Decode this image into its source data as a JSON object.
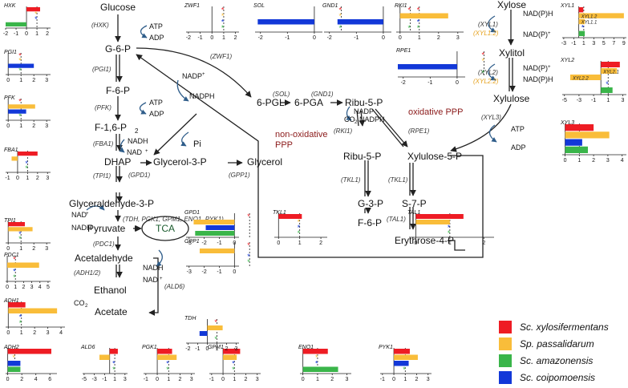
{
  "metabolites": {
    "glucose": "Glucose",
    "g6p": "G-6-P",
    "f6p": "F-6-P",
    "f16p": "F-1,6-P",
    "f16p_sub": "2",
    "dhap": "DHAP",
    "glycerol3p": "Glycerol-3-P",
    "glycerol": "Glycerol",
    "pi": "Pi",
    "gap": "Glyceraldehyde-3-P",
    "pyruvate": "Pyruvate",
    "tca": "TCA",
    "acetaldehyde": "Acetaldehyde",
    "ethanol": "Ethanol",
    "acetate": "Acetate",
    "co2": "CO",
    "co2_sub": "2",
    "pgl6": "6-PGL",
    "pga6": "6-PGA",
    "ribu5p": "Ribu-5-P",
    "ribu5p_b": "Ribu-5-P",
    "xylulose5p": "Xylulose-5-P",
    "g3p": "G-3-P",
    "f6p_b": "F-6-P",
    "s7p": "S-7-P",
    "e4p": "Erythrose-4-P",
    "xylose": "Xylose",
    "xylitol": "Xylitol",
    "xylulose": "Xylulose",
    "atp": "ATP",
    "adp": "ADP",
    "nadh": "NADH",
    "nad": "NAD",
    "nadp": "NADP",
    "nadph": "NADPH",
    "nadph_b": "NAD(P)H",
    "nadp_b": "NAD(P)"
  },
  "enzymes": {
    "hxk": "(HXK)",
    "pgi1": "(PGI1)",
    "pfk": "(PFK)",
    "fba1": "(FBA1)",
    "tpi1": "(TPI1)",
    "gpd1": "(GPD1)",
    "gpp1": "(GPP1)",
    "lower_glycolysis": "(TDH, PGK1, GPM1, ENO1, PYK1)",
    "pdc1": "(PDC1)",
    "adh12": "(ADH1/2)",
    "ald6": "(ALD6)",
    "zwf1": "(ZWF1)",
    "sol": "(SOL)",
    "gnd1": "(GND1)",
    "rki1": "(RKI1)",
    "rpe1": "(RPE1)",
    "tkl1a": "(TKL1)",
    "tkl1b": "(TKL1)",
    "tal1": "(TAL1)",
    "xyl1": "(XYL1)",
    "xyl12": "(XYL1.2)",
    "xyl2": "(XYL2)",
    "xyl22": "(XYL2.2)",
    "xyl3": "(XYL3)"
  },
  "pathway_labels": {
    "oxidative": "oxidative PPP",
    "nonox1": "non-oxidative",
    "nonox2": "PPP"
  },
  "legend": [
    {
      "name": "Sc. xylosifermentans",
      "color": "#ee1c24"
    },
    {
      "name": "Sp. passalidarum",
      "color": "#f9bd3a"
    },
    {
      "name": "Sc. amazonensis",
      "color": "#3ab54a"
    },
    {
      "name": "Sc. coipomoensis",
      "color": "#1238d8"
    }
  ],
  "colors": {
    "red": "#ee1c24",
    "yellow": "#f9bd3a",
    "green": "#3ab54a",
    "blue": "#1238d8",
    "oxidative": "#8b1a1a",
    "arrow": "#222222",
    "cofactor": "#2f5d8a"
  },
  "chart_data": [
    {
      "type": "bar",
      "gene": "HXK",
      "ticks": [
        "-2",
        "-1",
        "0",
        "1",
        "2"
      ],
      "xlim": [
        -2,
        2.3
      ],
      "values": [
        {
          "c": "red",
          "v": 1.3
        },
        {
          "c": "yellow",
          "v": "*"
        },
        {
          "c": "blue",
          "v": "*"
        },
        {
          "c": "green",
          "v": -2
        }
      ]
    },
    {
      "type": "bar",
      "gene": "PGI1",
      "ticks": [
        "0",
        "1",
        "2",
        "3"
      ],
      "xlim": [
        -0.2,
        3.3
      ],
      "values": [
        {
          "c": "red",
          "v": "*"
        },
        {
          "c": "yellow",
          "v": "*"
        },
        {
          "c": "blue",
          "v": 2
        },
        {
          "c": "green",
          "v": "*"
        }
      ]
    },
    {
      "type": "bar",
      "gene": "PFK",
      "ticks": [
        "0",
        "1",
        "2",
        "3"
      ],
      "xlim": [
        -0.2,
        3.3
      ],
      "values": [
        {
          "c": "red",
          "v": "*"
        },
        {
          "c": "yellow",
          "v": 2.1
        },
        {
          "c": "blue",
          "v": 1.4
        },
        {
          "c": "green",
          "v": "*"
        }
      ]
    },
    {
      "type": "bar",
      "gene": "FBA1",
      "ticks": [
        "-1",
        "0",
        "1",
        "2",
        "3"
      ],
      "xlim": [
        -1.2,
        3.3
      ],
      "values": [
        {
          "c": "red",
          "v": 2
        },
        {
          "c": "yellow",
          "v": -0.6
        },
        {
          "c": "blue",
          "v": "*"
        },
        {
          "c": "green",
          "v": "*"
        }
      ]
    },
    {
      "type": "bar",
      "gene": "TPI1",
      "ticks": [
        "0",
        "1",
        "2",
        "3"
      ],
      "xlim": [
        -0.2,
        3.3
      ],
      "values": [
        {
          "c": "red",
          "v": 1.3
        },
        {
          "c": "yellow",
          "v": 1.9
        },
        {
          "c": "blue",
          "v": "*"
        },
        {
          "c": "green",
          "v": "*"
        }
      ]
    },
    {
      "type": "bar",
      "gene": "PDC1",
      "ticks": [
        "0",
        "1",
        "2",
        "3",
        "4",
        "5"
      ],
      "xlim": [
        -0.2,
        5.3
      ],
      "values": [
        {
          "c": "red",
          "v": "*"
        },
        {
          "c": "yellow",
          "v": 3.9
        },
        {
          "c": "blue",
          "v": "*"
        },
        {
          "c": "green",
          "v": "*"
        }
      ]
    },
    {
      "type": "bar",
      "gene": "ADH1",
      "ticks": [
        "0",
        "1",
        "2",
        "3",
        "4"
      ],
      "xlim": [
        -0.2,
        4.3
      ],
      "values": [
        {
          "c": "red",
          "v": 1.3
        },
        {
          "c": "yellow",
          "v": 3.7
        },
        {
          "c": "blue",
          "v": "*"
        },
        {
          "c": "green",
          "v": "*"
        }
      ]
    },
    {
      "type": "bar",
      "gene": "ADH2",
      "ticks": [
        "0",
        "2",
        "4",
        "6"
      ],
      "xlim": [
        -0.3,
        7
      ],
      "values": [
        {
          "c": "red",
          "v": 6.2
        },
        {
          "c": "yellow",
          "v": "*"
        },
        {
          "c": "blue",
          "v": 1.8
        },
        {
          "c": "green",
          "v": 1.8
        }
      ]
    },
    {
      "type": "bar",
      "gene": "ALD6",
      "ticks": [
        "-5",
        "-3",
        "-1",
        "1",
        "3"
      ],
      "xlim": [
        -5.3,
        3.5
      ],
      "values": [
        {
          "c": "red",
          "v": 1.6
        },
        {
          "c": "yellow",
          "v": -2
        },
        {
          "c": "blue",
          "v": "*"
        },
        {
          "c": "green",
          "v": "*"
        }
      ]
    },
    {
      "type": "bar",
      "gene": "PGK1",
      "ticks": [
        "-1",
        "0",
        "1",
        "2",
        "3"
      ],
      "xlim": [
        -1.2,
        3.3
      ],
      "values": [
        {
          "c": "red",
          "v": 1.3
        },
        {
          "c": "yellow",
          "v": 1.7
        },
        {
          "c": "blue",
          "v": "*"
        },
        {
          "c": "green",
          "v": "*"
        }
      ]
    },
    {
      "type": "bar",
      "gene": "GPM1",
      "ticks": [
        "-1",
        "0",
        "1",
        "2",
        "3"
      ],
      "xlim": [
        -1.2,
        3.3
      ],
      "values": [
        {
          "c": "red",
          "v": 1.5
        },
        {
          "c": "yellow",
          "v": 1.2
        },
        {
          "c": "blue",
          "v": "*"
        },
        {
          "c": "green",
          "v": "*"
        }
      ]
    },
    {
      "type": "bar",
      "gene": "ENO1",
      "ticks": [
        "0",
        "1",
        "2",
        "3"
      ],
      "xlim": [
        -0.2,
        3.3
      ],
      "values": [
        {
          "c": "red",
          "v": 1.7
        },
        {
          "c": "yellow",
          "v": "*"
        },
        {
          "c": "blue",
          "v": "*"
        },
        {
          "c": "green",
          "v": 2.4
        }
      ]
    },
    {
      "type": "bar",
      "gene": "PYK1",
      "ticks": [
        "-1",
        "0",
        "1",
        "2",
        "3"
      ],
      "xlim": [
        -1.2,
        3.3
      ],
      "values": [
        {
          "c": "red",
          "v": 1.4
        },
        {
          "c": "yellow",
          "v": 2.1
        },
        {
          "c": "blue",
          "v": 1.3
        },
        {
          "c": "green",
          "v": "*"
        }
      ]
    },
    {
      "type": "bar",
      "gene": "GPD1",
      "ticks": [
        "-3",
        "-2",
        "-1",
        "0"
      ],
      "xlim": [
        -3.2,
        0.3
      ],
      "values": [
        {
          "c": "red",
          "v": "*"
        },
        {
          "c": "yellow",
          "v": -2.7
        },
        {
          "c": "blue",
          "v": -1.9
        },
        {
          "c": "green",
          "v": -2.6
        }
      ]
    },
    {
      "type": "bar",
      "gene": "GPP1",
      "ticks": [
        "-3",
        "-2",
        "-1",
        "0"
      ],
      "xlim": [
        -3.2,
        0.3
      ],
      "values": [
        {
          "c": "red",
          "v": "*"
        },
        {
          "c": "yellow",
          "v": -2.3
        },
        {
          "c": "blue",
          "v": "*"
        },
        {
          "c": "green",
          "v": "*"
        }
      ]
    },
    {
      "type": "bar",
      "gene": "TDH",
      "ticks": [
        "-2",
        "-1",
        "0",
        "1",
        "2",
        "3"
      ],
      "xlim": [
        -2.2,
        3.3
      ],
      "values": [
        {
          "c": "red",
          "v": "*"
        },
        {
          "c": "yellow",
          "v": 1.6
        },
        {
          "c": "blue",
          "v": -0.8
        },
        {
          "c": "green",
          "v": "*"
        }
      ]
    },
    {
      "type": "bar",
      "gene": "ZWF1",
      "ticks": [
        "-2",
        "-1",
        "0",
        "1",
        "2"
      ],
      "xlim": [
        -2.2,
        2.3
      ],
      "values": [
        {
          "c": "red",
          "v": "*"
        },
        {
          "c": "yellow",
          "v": "*"
        },
        {
          "c": "blue",
          "v": "*"
        },
        {
          "c": "green",
          "v": "*"
        }
      ]
    },
    {
      "type": "bar",
      "gene": "SOL",
      "ticks": [
        "-2",
        "-1",
        "0"
      ],
      "xlim": [
        -2.2,
        0.3
      ],
      "values": [
        {
          "c": "red",
          "v": "*"
        },
        {
          "c": "yellow",
          "v": "*"
        },
        {
          "c": "blue",
          "v": -2.1
        },
        {
          "c": "green",
          "v": "*"
        }
      ]
    },
    {
      "type": "bar",
      "gene": "GND1",
      "ticks": [
        "-2",
        "-1",
        "0"
      ],
      "xlim": [
        -2.2,
        0.3
      ],
      "values": [
        {
          "c": "red",
          "v": "*"
        },
        {
          "c": "yellow",
          "v": "*"
        },
        {
          "c": "blue",
          "v": -1.7
        },
        {
          "c": "green",
          "v": "*"
        }
      ]
    },
    {
      "type": "bar",
      "gene": "RKI1",
      "ticks": [
        "0",
        "1",
        "2",
        "3"
      ],
      "xlim": [
        -0.2,
        3.3
      ],
      "values": [
        {
          "c": "red",
          "v": "*"
        },
        {
          "c": "yellow",
          "v": 2.5
        },
        {
          "c": "blue",
          "v": "*"
        },
        {
          "c": "green",
          "v": "*"
        }
      ]
    },
    {
      "type": "bar",
      "gene": "RPE1",
      "ticks": [
        "-2",
        "-1",
        "0"
      ],
      "xlim": [
        -2.2,
        0.3
      ],
      "values": [
        {
          "c": "red",
          "v": "*"
        },
        {
          "c": "yellow",
          "v": "*"
        },
        {
          "c": "blue",
          "v": -2.2
        },
        {
          "c": "green",
          "v": "*"
        }
      ]
    },
    {
      "type": "bar",
      "gene": "TKL1",
      "ticks": [
        "0",
        "1",
        "2"
      ],
      "xlim": [
        -0.2,
        2.3
      ],
      "values": [
        {
          "c": "red",
          "v": 1.1
        },
        {
          "c": "yellow",
          "v": "*"
        },
        {
          "c": "blue",
          "v": "*"
        },
        {
          "c": "green",
          "v": "*"
        }
      ]
    },
    {
      "type": "bar",
      "gene": "TAL1",
      "ticks": [
        "0",
        "1",
        "2"
      ],
      "xlim": [
        -0.2,
        2.3
      ],
      "values": [
        {
          "c": "red",
          "v": 1.4
        },
        {
          "c": "yellow",
          "v": 1.0
        },
        {
          "c": "blue",
          "v": "*"
        },
        {
          "c": "green",
          "v": "*"
        }
      ]
    },
    {
      "type": "bar",
      "gene": "XYL1",
      "ticks": [
        "-3",
        "-1",
        "1",
        "3",
        "5",
        "7",
        "9"
      ],
      "xlim": [
        -3.3,
        9.5
      ],
      "values": [
        {
          "c": "red",
          "v": 0.9
        },
        {
          "c": "yellow",
          "v": 9,
          "label": "XYL1.2"
        },
        {
          "c": "yellow",
          "v": 1.2,
          "label": "XYL1.1"
        },
        {
          "c": "blue",
          "v": "*"
        },
        {
          "c": "green",
          "v": 1.2
        }
      ]
    },
    {
      "type": "bar",
      "gene": "XYL2",
      "ticks": [
        "-5",
        "-3",
        "-1",
        "1",
        "3"
      ],
      "xlim": [
        -5.3,
        3.5
      ],
      "values": [
        {
          "c": "red",
          "v": 2.6
        },
        {
          "c": "yellow",
          "v": 2.2,
          "label": "XYL2.1"
        },
        {
          "c": "yellow",
          "v": -4.2,
          "label": "XYL2.2"
        },
        {
          "c": "blue",
          "v": "*"
        },
        {
          "c": "green",
          "v": 1.6
        }
      ]
    },
    {
      "type": "bar",
      "gene": "XYL3",
      "ticks": [
        "0",
        "1",
        "2",
        "3",
        "4"
      ],
      "xlim": [
        -0.2,
        4.3
      ],
      "values": [
        {
          "c": "red",
          "v": 2
        },
        {
          "c": "yellow",
          "v": 3.1
        },
        {
          "c": "blue",
          "v": 1.2
        },
        {
          "c": "green",
          "v": 1.6
        }
      ]
    }
  ]
}
